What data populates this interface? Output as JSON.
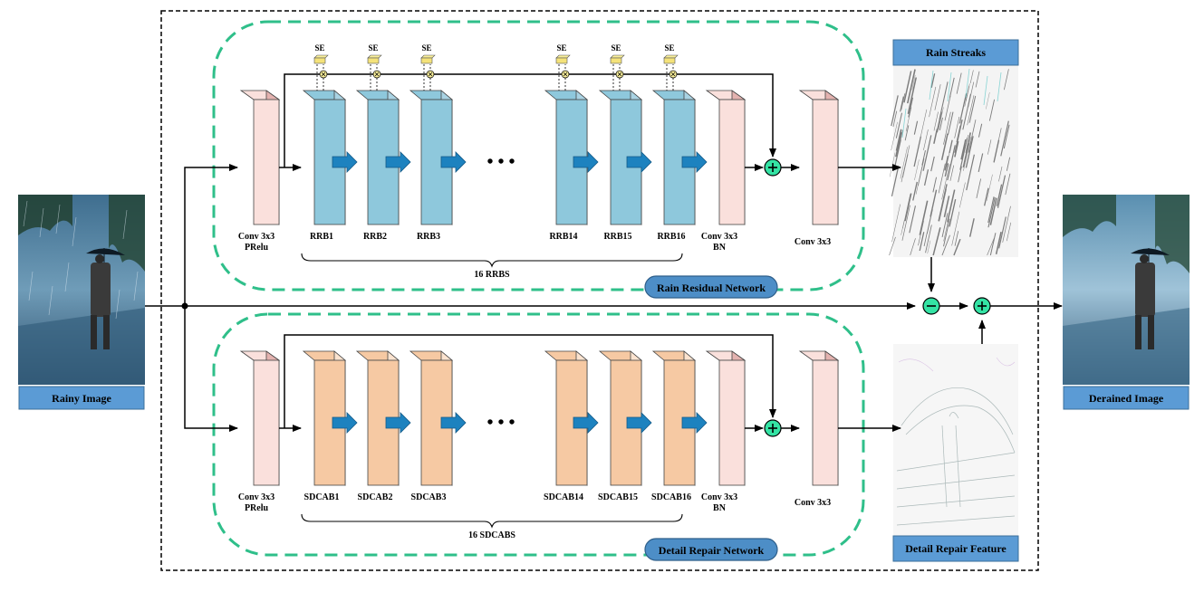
{
  "inputs": {
    "rainy_image": "Rainy Image",
    "derained_image": "Derained Image"
  },
  "outputs": {
    "rain_streaks": "Rain Streaks",
    "detail_repair_feature": "Detail Repair Feature"
  },
  "rain_branch": {
    "network_label": "Rain Residual Network",
    "head_label_1": "Conv 3x3",
    "head_label_2": "PRelu",
    "blocks": [
      "RRB1",
      "RRB2",
      "RRB3",
      "RRB14",
      "RRB15",
      "RRB16"
    ],
    "se_label": "SE",
    "ellipsis": "• • •",
    "group_label": "16 RRBS",
    "tail_label_1": "Conv 3x3",
    "tail_label_2": "BN",
    "out_conv_label": "Conv 3x3"
  },
  "detail_branch": {
    "network_label": "Detail Repair Network",
    "head_label_1": "Conv 3x3",
    "head_label_2": "PRelu",
    "blocks": [
      "SDCAB1",
      "SDCAB2",
      "SDCAB3",
      "SDCAB14",
      "SDCAB15",
      "SDCAB16"
    ],
    "ellipsis": "• • •",
    "group_label": "16 SDCABS",
    "tail_label_1": "Conv 3x3",
    "tail_label_2": "BN",
    "out_conv_label": "Conv 3x3"
  },
  "colors": {
    "rrb_front": "#a9d3e3",
    "rrb_side": "#8ec8dc",
    "sdcab_front": "#fbe3cf",
    "sdcab_side": "#f6c9a3",
    "conv_front": "#fae0dc",
    "conv_side": "#e3b2af",
    "arrow_block": "#1d82bf",
    "circle_fill": "#34e3a4",
    "label_box": "#5b9bd5",
    "net_label_box": "#4d8ec7",
    "dashed_group": "#2fbf8a"
  }
}
